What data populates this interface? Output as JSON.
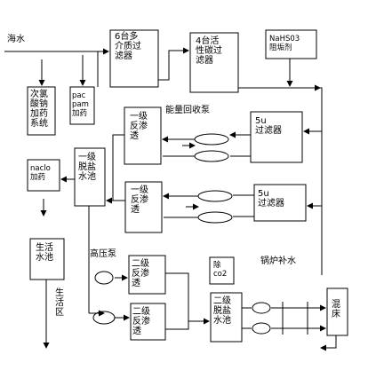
{
  "labels": {
    "seawater": "海水",
    "hypochlorite": "次氯\n酸钠\n加药\n系统",
    "pac_pam": "pac\npam\n加药",
    "multimedia_filter": "6台多\n介质过\n滤器",
    "carbon_filter": "4台活\n性碳过\n滤器",
    "scale_inhibitor": "NaHS03\n阻垢剂",
    "energy_recovery": "能量回收泵",
    "filter_5u_a": "5u\n过滤器",
    "filter_5u_b": "5u\n过滤器",
    "ro1_a": "一级\n反渗\n透",
    "ro1_b": "一级\n反渗\n透",
    "desalt_pool_1": "一级\n脱盐\n水池",
    "naclo": "naclo\n加药",
    "living_pool": "生活\n水池",
    "living_area": "生\n活\n区",
    "hp_pump": "高压泵",
    "ro2_a": "二级\n反渗\n透",
    "ro2_b": "二级\n反渗\n透",
    "co2_removal": "除\nco2",
    "desalt_pool_2": "二级\n脱盐\n水池",
    "boiler_water": "锅炉补水",
    "mixed_bed": "混\n床"
  }
}
